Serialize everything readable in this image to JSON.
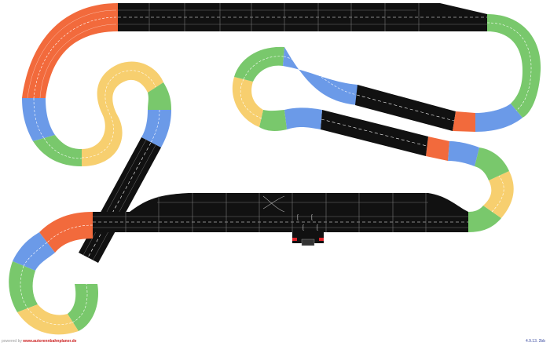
{
  "colors": {
    "background": "#ffffff",
    "straight": "#111111",
    "orange": "#f26a3c",
    "green": "#79c86c",
    "blue": "#6b9ae8",
    "yellow": "#f7cf6f",
    "lane_line": "#ffffff",
    "pit_accent": "#e0242a"
  },
  "footer": {
    "powered_by": "powered by",
    "brand": "www.autorennbahnplaner.de",
    "version": "4.9.13. 2bb"
  }
}
